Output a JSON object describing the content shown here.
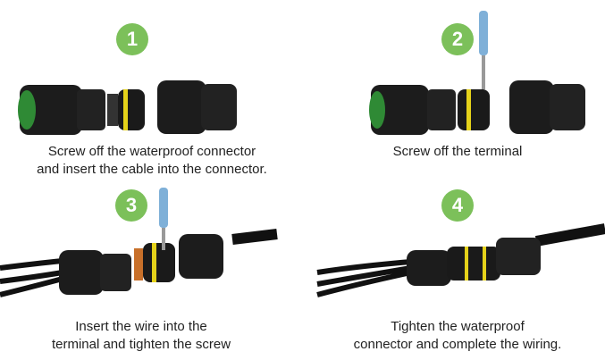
{
  "colors": {
    "badge": "#7cc05a",
    "connector": "#1c1c1c",
    "ring": "#e5d21a",
    "cable": "#111111"
  },
  "steps": [
    {
      "number": "1",
      "line1": "Screw off the waterproof connector",
      "line2": "and insert the cable into the connector."
    },
    {
      "number": "2",
      "line1": "Screw off the terminal",
      "line2": ""
    },
    {
      "number": "3",
      "line1": "Insert the wire into the",
      "line2": "terminal and tighten the screw"
    },
    {
      "number": "4",
      "line1": "Tighten the waterproof",
      "line2": "connector and complete the wiring."
    }
  ]
}
